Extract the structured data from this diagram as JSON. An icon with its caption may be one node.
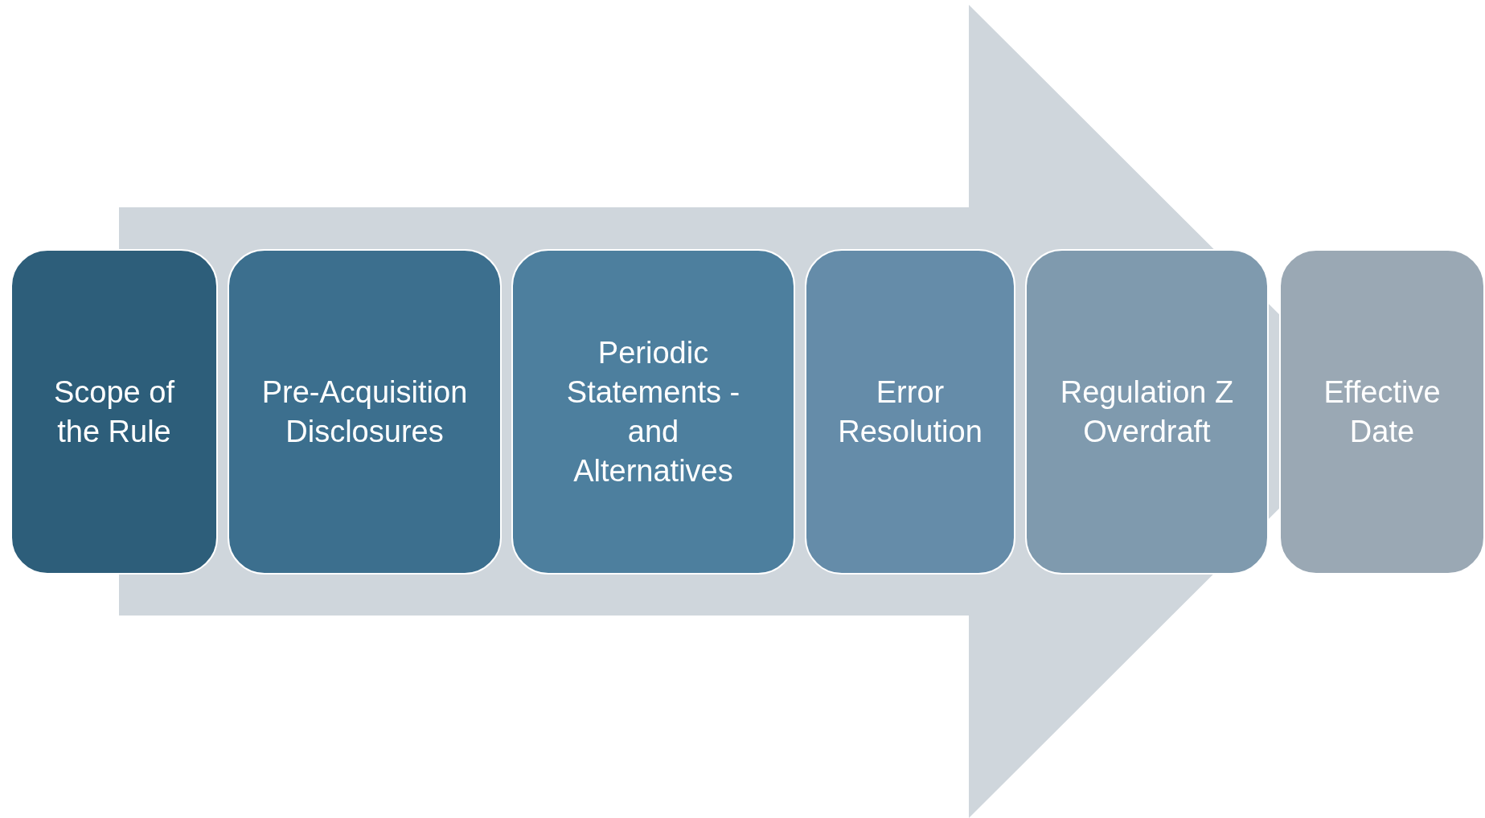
{
  "diagram": {
    "nodes": [
      {
        "text": [
          "Scope of the Rule"
        ]
      },
      {
        "text": [
          "Pre-Acquisition Disclosures"
        ]
      },
      {
        "text": [
          "Periodic Statements - and Alternatives"
        ]
      },
      {
        "text": [
          "Error Resolution"
        ]
      },
      {
        "text": [
          "Regulation Z Overdraft"
        ]
      },
      {
        "text": [
          "Effective Date"
        ]
      }
    ],
    "edges": [
      {
        "from": 0,
        "to": 5,
        "arrow": "to"
      }
    ]
  }
}
